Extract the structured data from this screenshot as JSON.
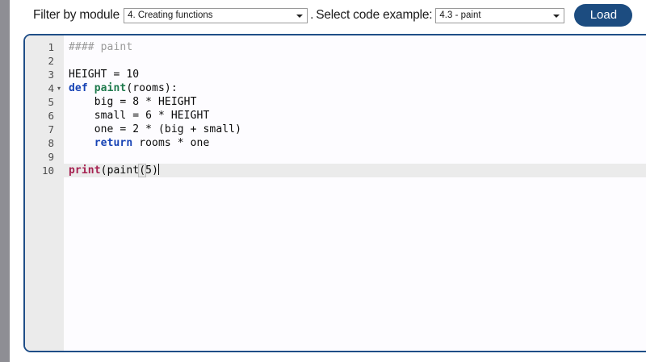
{
  "toolbar": {
    "filter_label": "Filter by module",
    "separator": ".",
    "example_label": "Select code example:",
    "module_select": {
      "name": "module-select",
      "value": "4. Creating functions",
      "caret_icon": "chevron-down-icon"
    },
    "example_select": {
      "name": "example-select",
      "value": "4.3 - paint",
      "caret_icon": "chevron-down-icon"
    },
    "load_button": "Load"
  },
  "editor": {
    "accent_color": "#1f4e87",
    "gutter_color": "#ebebeb",
    "background_color": "#fdfcff",
    "active_line": 10,
    "fold_marker_line": 4,
    "fold_marker_icon": "triangle-down-icon",
    "language": "python",
    "lines": [
      {
        "n": "1",
        "text": "#### paint"
      },
      {
        "n": "2",
        "text": ""
      },
      {
        "n": "3",
        "text": "HEIGHT = 10"
      },
      {
        "n": "4",
        "text": "def paint(rooms):"
      },
      {
        "n": "5",
        "text": "    big = 8 * HEIGHT"
      },
      {
        "n": "6",
        "text": "    small = 6 * HEIGHT"
      },
      {
        "n": "7",
        "text": "    one = 2 * (big + small)"
      },
      {
        "n": "8",
        "text": "    return rooms * one"
      },
      {
        "n": "9",
        "text": ""
      },
      {
        "n": "10",
        "text": "print(paint(5)"
      }
    ]
  }
}
